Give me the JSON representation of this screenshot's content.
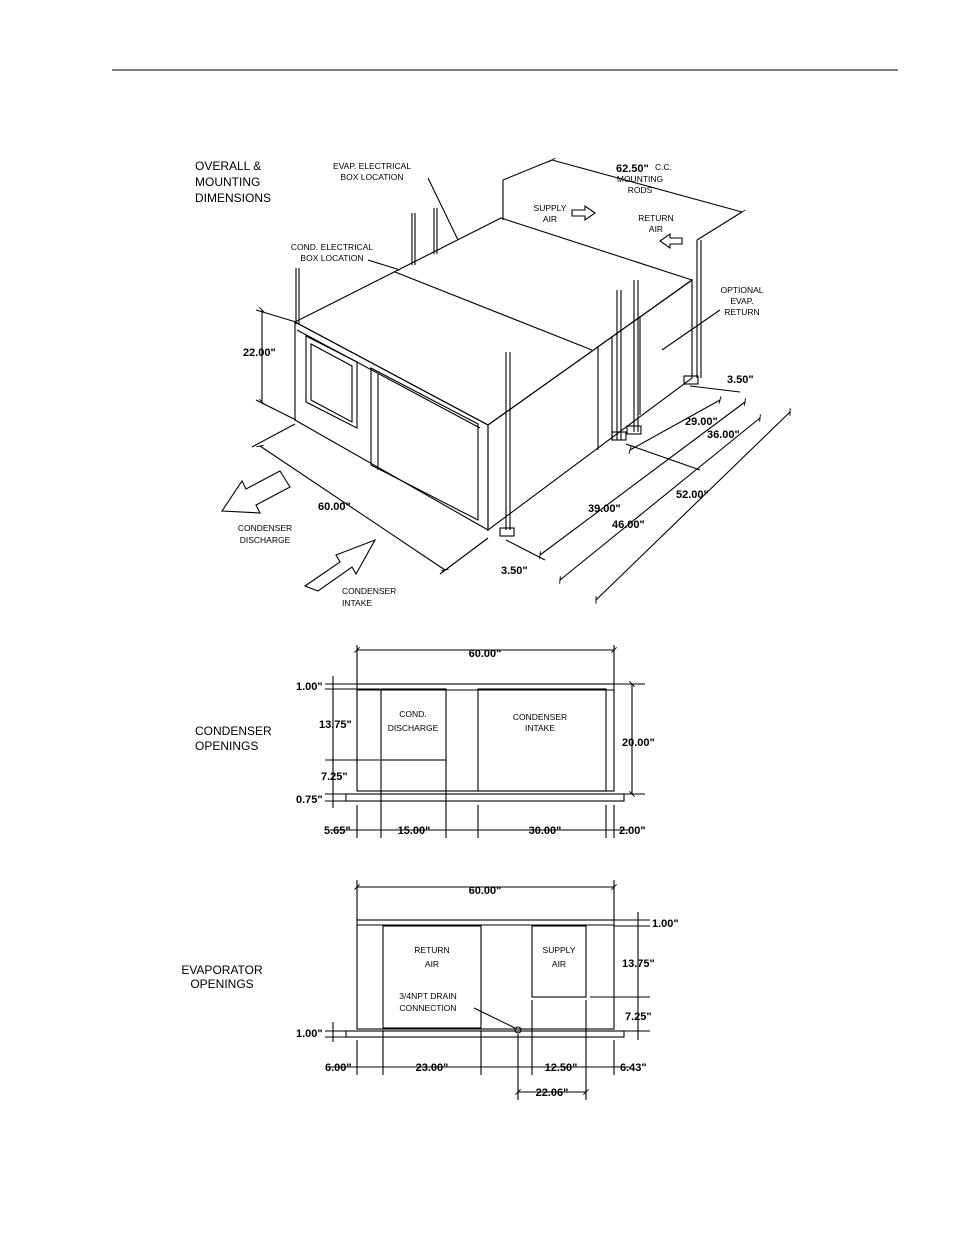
{
  "iso": {
    "title": [
      "OVERALL &",
      "MOUNTING",
      "DIMENSIONS"
    ],
    "evap_box": [
      "EVAP. ELECTRICAL",
      "BOX LOCATION"
    ],
    "cond_box": [
      "COND. ELECTRICAL",
      "BOX LOCATION"
    ],
    "cc_dim": "62.50\"",
    "cc_label": [
      "C.C.",
      "MOUNTING",
      "RODS"
    ],
    "supply_air": [
      "SUPPLY",
      "AIR"
    ],
    "return_air": [
      "RETURN",
      "AIR"
    ],
    "optional_return": [
      "OPTIONAL",
      "EVAP.",
      "RETURN"
    ],
    "height": "22.00\"",
    "width": "60.00\"",
    "foot_right": "3.50\"",
    "d_29": "29.00\"",
    "d_36": "36.00\"",
    "d_39": "39.00\"",
    "d_46": "46.00\"",
    "d_52": "52.00\"",
    "foot_left": "3.50\"",
    "cond_discharge": [
      "CONDENSER",
      "DISCHARGE"
    ],
    "cond_intake": [
      "CONDENSER",
      "INTAKE"
    ]
  },
  "condenser": {
    "title": [
      "CONDENSER",
      "OPENINGS"
    ],
    "width": "60.00\"",
    "top_gap": "1.00\"",
    "opening_h": "13.75\"",
    "bottom_gap": "7.25\"",
    "base": "0.75\"",
    "height": "20.00\"",
    "discharge_label": [
      "COND.",
      "DISCHARGE"
    ],
    "intake_label": [
      "CONDENSER",
      "INTAKE"
    ],
    "b1": "5.65\"",
    "b2": "15.00\"",
    "b3": "30.00\"",
    "b4": "2.00\""
  },
  "evaporator": {
    "title": [
      "EVAPORATOR",
      "OPENINGS"
    ],
    "width": "60.00\"",
    "top_gap": "1.00\"",
    "opening_h": "13.75\"",
    "bottom_gap": "7.25\"",
    "base": "1.00\"",
    "return_label": [
      "RETURN",
      "AIR"
    ],
    "supply_label": [
      "SUPPLY",
      "AIR"
    ],
    "drain_label": [
      "3/4NPT DRAIN",
      "CONNECTION"
    ],
    "b1": "6.00\"",
    "b2": "23.00\"",
    "b3": "12.50\"",
    "b4": "6.43\"",
    "b5": "22.06\""
  }
}
